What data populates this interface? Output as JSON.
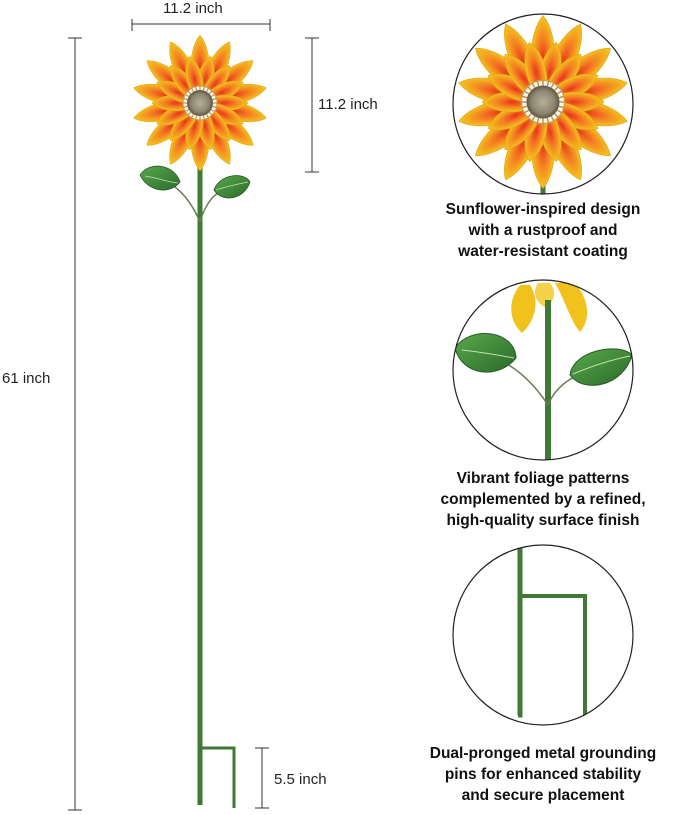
{
  "dimensions": {
    "flower_width": "11.2 inch",
    "flower_height": "11.2 inch",
    "total_height": "61 inch",
    "pin_height": "5.5 inch"
  },
  "features": [
    {
      "lines": [
        "Sunflower-inspired design",
        "with a rustproof and",
        "water-resistant coating"
      ]
    },
    {
      "lines": [
        "Vibrant foliage patterns",
        "complemented by a refined,",
        "high-quality surface finish"
      ]
    },
    {
      "lines": [
        "Dual-pronged metal grounding",
        "pins for enhanced stability",
        "and secure placement"
      ]
    }
  ],
  "colors": {
    "petal_yellow": "#f2c21c",
    "petal_orange": "#f06a1f",
    "stem_green": "#3f7a35",
    "leaf_green": "#3d8a3a",
    "dimension_line": "#333333"
  }
}
